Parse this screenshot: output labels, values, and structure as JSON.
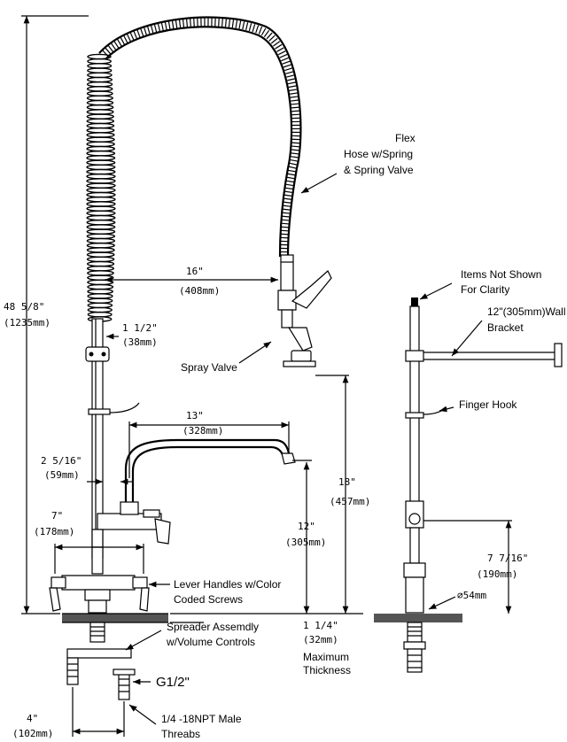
{
  "labels": {
    "flex_hose": [
      "Flex",
      "Hose w/Spring",
      "& Spring Valve"
    ],
    "spray_valve": "Spray Valve",
    "lever_handles": [
      "Lever Handles w/Color",
      "Coded Screws"
    ],
    "spreader": [
      "Spreader Assemdly",
      "w/Volume Controls"
    ],
    "thread_male": [
      "1/4 -18NPT Male",
      "Threabs"
    ],
    "g_thread": "G1/2\"",
    "items_not_shown": [
      "Items Not Shown",
      "For Clarity"
    ],
    "wall_bracket": [
      "12\"(305mm)Wall",
      "Bracket"
    ],
    "finger_hook": "Finger Hook",
    "max_thickness": [
      "Maximum",
      "Thickness"
    ],
    "diameter": "∅54mm"
  },
  "dimensions": {
    "overall_height": [
      "48 5/8\"",
      "(1235mm)"
    ],
    "hose_reach": [
      "16\"",
      "(408mm)"
    ],
    "riser_offset": [
      "1 1/2\"",
      "(38mm)"
    ],
    "spout_reach": [
      "13\"",
      "(328mm)"
    ],
    "spout_offset": [
      "2 5/16\"",
      "(59mm)"
    ],
    "handle_span": [
      "7\"",
      "(178mm)"
    ],
    "valve_height": [
      "18\"",
      "(457mm)"
    ],
    "spout_height": [
      "12\"",
      "(305mm)"
    ],
    "deck_thickness": [
      "1 1/4\"",
      "(32mm)"
    ],
    "shank_spacing": [
      "4\"",
      "(102mm)"
    ],
    "side_height": [
      "7 7/16\"",
      "(190mm)"
    ]
  }
}
